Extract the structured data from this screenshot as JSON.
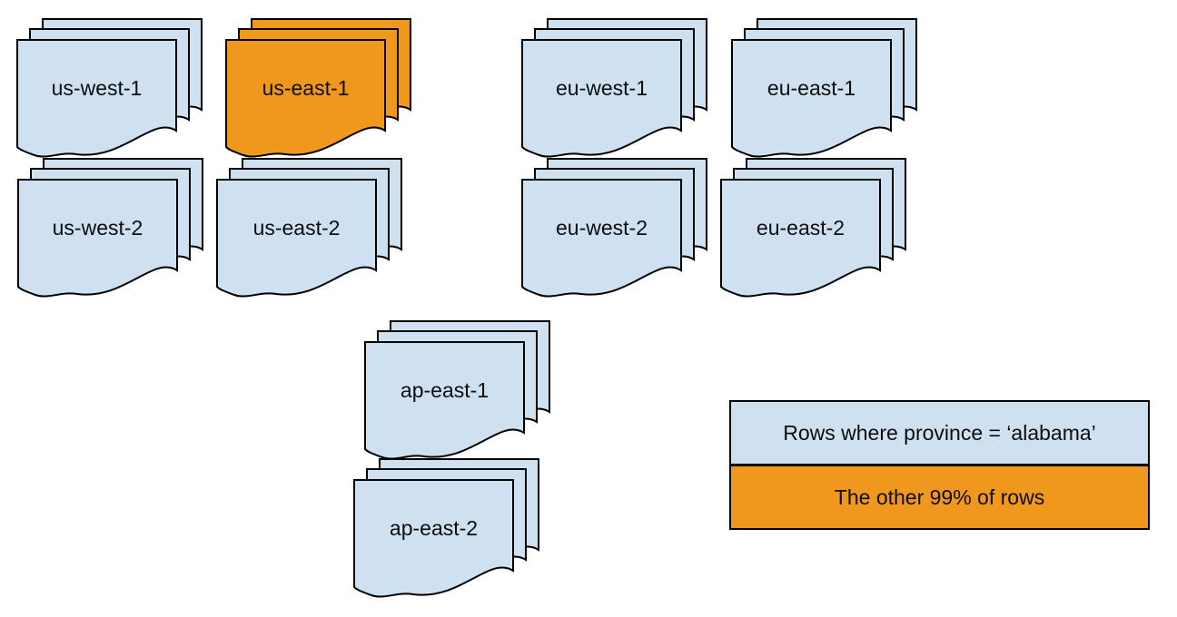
{
  "colors": {
    "doc_blue": "#cfe0f1",
    "doc_orange": "#f0971e",
    "outline": "#000000",
    "text": "#0d0d0d",
    "canvas_bg": "#ffffff"
  },
  "stacks": [
    {
      "label": "us-west-1",
      "variant": "blue"
    },
    {
      "label": "us-east-1",
      "variant": "orange"
    },
    {
      "label": "eu-west-1",
      "variant": "blue"
    },
    {
      "label": "eu-east-1",
      "variant": "blue"
    },
    {
      "label": "us-west-2",
      "variant": "blue"
    },
    {
      "label": "us-east-2",
      "variant": "blue"
    },
    {
      "label": "eu-west-2",
      "variant": "blue"
    },
    {
      "label": "eu-east-2",
      "variant": "blue"
    },
    {
      "label": "ap-east-1",
      "variant": "blue"
    },
    {
      "label": "ap-east-2",
      "variant": "blue"
    }
  ],
  "legend": {
    "rows": [
      {
        "label": "Rows where province = ‘alabama’",
        "variant": "blue"
      },
      {
        "label": "The other 99% of rows",
        "variant": "orange"
      }
    ]
  }
}
